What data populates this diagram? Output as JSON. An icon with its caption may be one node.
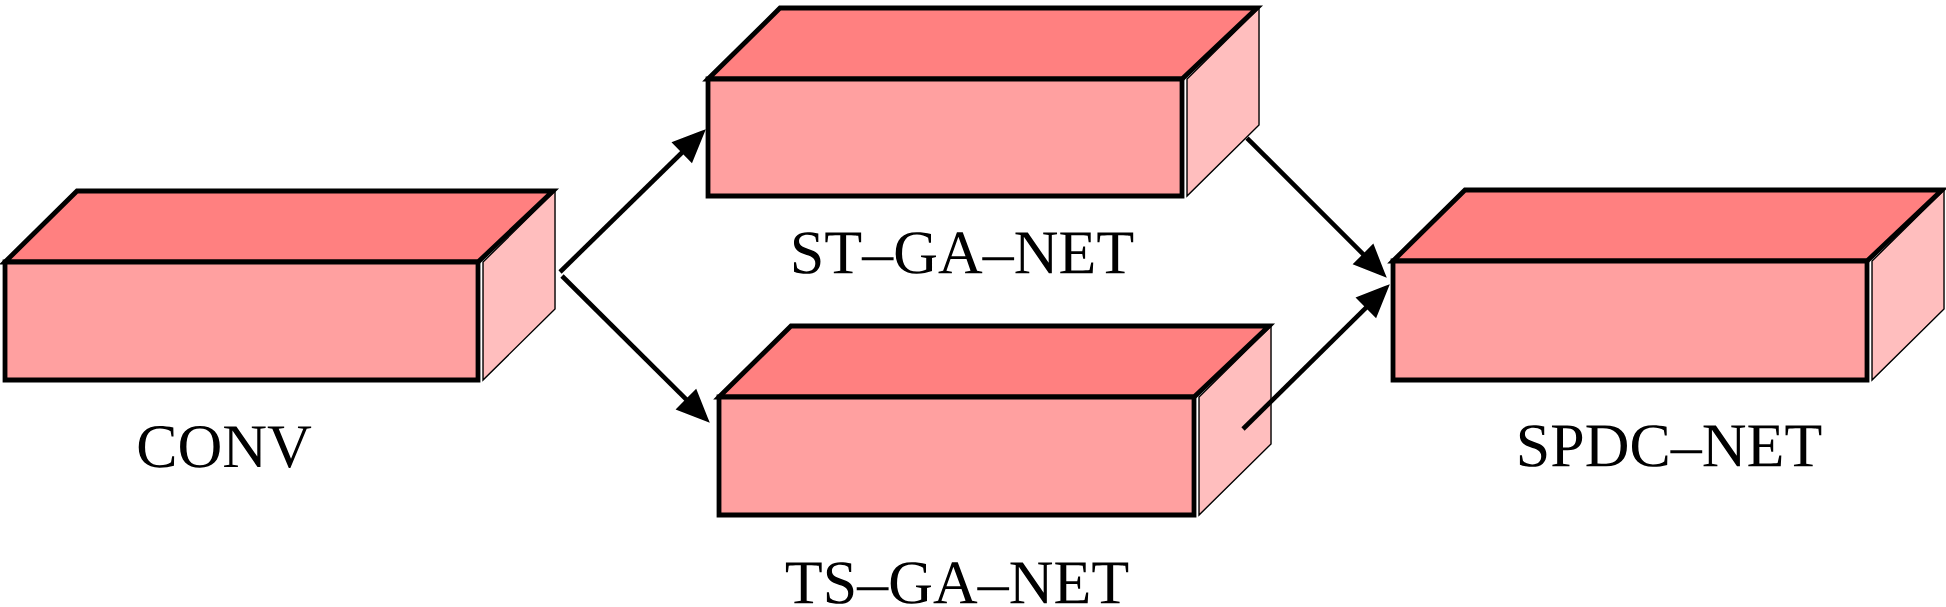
{
  "diagram": {
    "nodes": [
      {
        "text": [
          "CONV"
        ]
      },
      {
        "text": [
          "ST–GA–NET"
        ]
      },
      {
        "text": [
          "TS–GA–NET"
        ]
      },
      {
        "text": [
          "SPDC–NET"
        ]
      }
    ],
    "edges": [
      {
        "from": 0,
        "to": 1,
        "arrow": "to"
      },
      {
        "from": 0,
        "to": 2,
        "arrow": "to"
      },
      {
        "from": 1,
        "to": 3,
        "arrow": "to"
      },
      {
        "from": 2,
        "to": 3,
        "arrow": "to"
      }
    ]
  }
}
